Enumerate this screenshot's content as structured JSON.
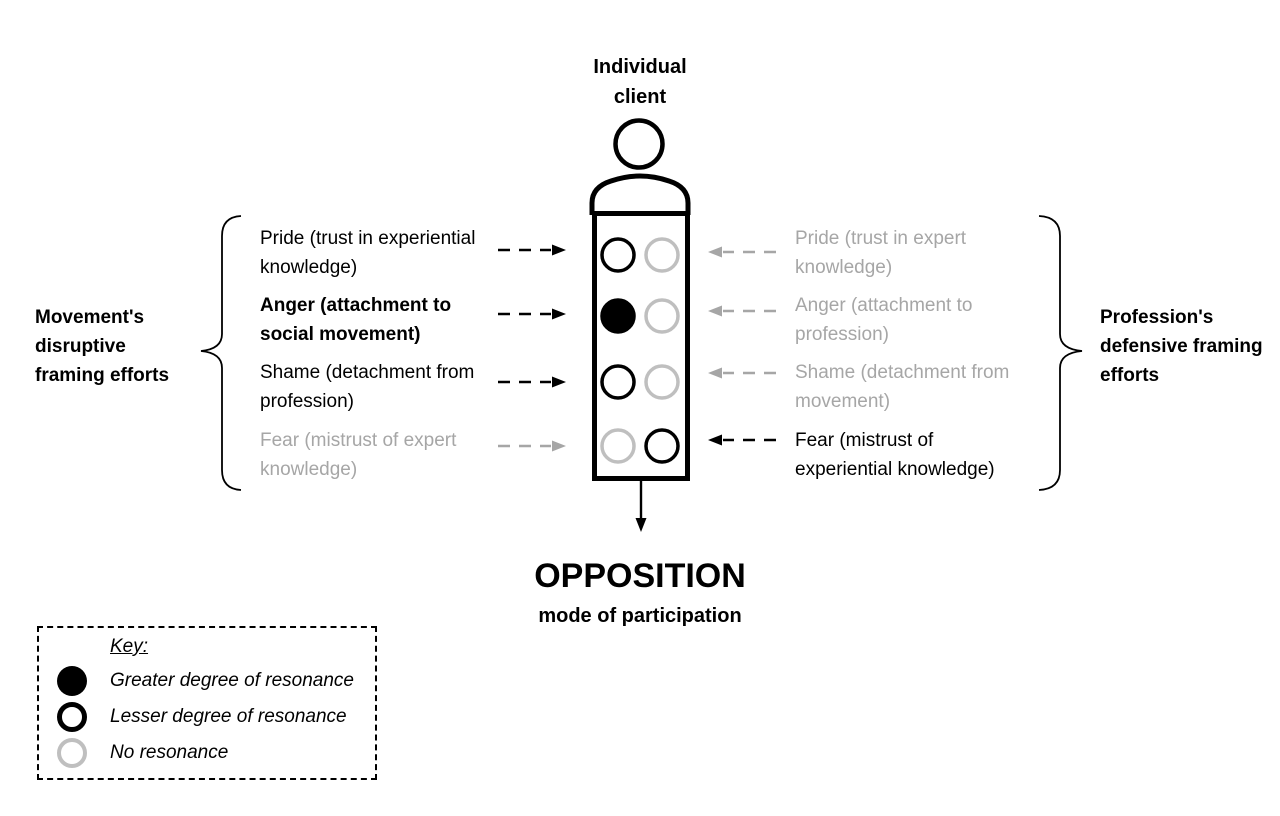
{
  "client": {
    "label_line1": "Individual",
    "label_line2": "client",
    "matrix": {
      "rows": [
        {
          "emotion": "Pride",
          "movement_side": "lesser",
          "profession_side": "none"
        },
        {
          "emotion": "Anger",
          "movement_side": "greater",
          "profession_side": "none"
        },
        {
          "emotion": "Shame",
          "movement_side": "lesser",
          "profession_side": "none"
        },
        {
          "emotion": "Fear",
          "movement_side": "none",
          "profession_side": "lesser"
        }
      ]
    }
  },
  "left_panel": {
    "brace_label": "Movement's disruptive framing efforts",
    "items": [
      {
        "text": "Pride (trust in experiential knowledge)",
        "bold": false,
        "muted": false
      },
      {
        "text": "Anger (attachment to social movement)",
        "bold": true,
        "muted": false
      },
      {
        "text": "Shame (detachment from profession)",
        "bold": false,
        "muted": false
      },
      {
        "text": "Fear (mistrust of expert knowledge)",
        "bold": false,
        "muted": true
      }
    ]
  },
  "right_panel": {
    "brace_label": "Profession's defensive framing efforts",
    "items": [
      {
        "text": "Pride (trust in expert knowledge)",
        "bold": false,
        "muted": true
      },
      {
        "text": "Anger (attachment to profession)",
        "bold": false,
        "muted": true
      },
      {
        "text": "Shame (detachment from movement)",
        "bold": false,
        "muted": true
      },
      {
        "text": "Fear (mistrust of experiential knowledge)",
        "bold": false,
        "muted": false
      }
    ]
  },
  "outcome": {
    "mode": "OPPOSITION",
    "caption": "mode of participation"
  },
  "key": {
    "title": "Key:",
    "items": [
      {
        "symbol": "greater",
        "label": "Greater degree of resonance"
      },
      {
        "symbol": "lesser",
        "label": "Lesser degree of resonance"
      },
      {
        "symbol": "none",
        "label": "No resonance"
      }
    ]
  },
  "colors": {
    "ink": "#000000",
    "muted_text": "#a6a6a6",
    "muted_circle": "#bfbfbf"
  }
}
